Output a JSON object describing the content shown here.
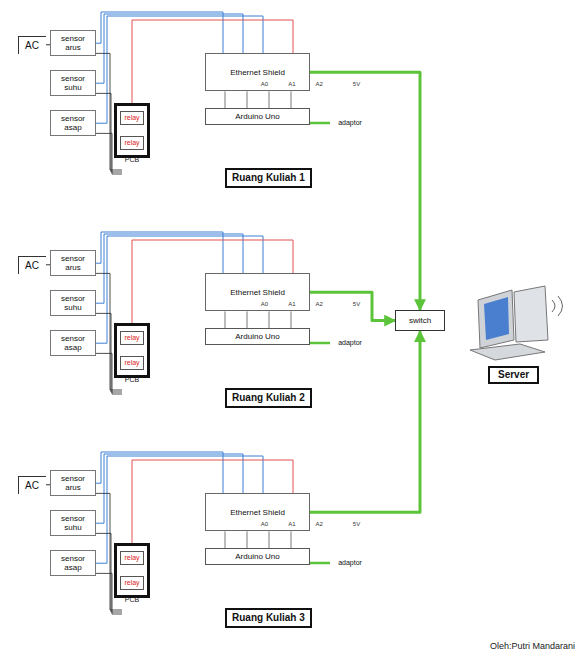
{
  "diagram": {
    "caption": "Oleh:Putri Mandarani",
    "nodes": [
      {
        "text": [
          "AC"
        ]
      },
      {
        "text": [
          "sensor arus"
        ]
      },
      {
        "text": [
          "sensor suhu"
        ]
      },
      {
        "text": [
          "sensor asap"
        ]
      },
      {
        "text": [
          "PCB"
        ]
      },
      {
        "text": [
          "relay"
        ],
        "in": 4
      },
      {
        "text": [
          "relay"
        ],
        "in": 4
      },
      {
        "text": [
          "Ethernet Shield"
        ]
      },
      {
        "text": [
          "Arduino Uno"
        ]
      },
      {
        "text": [
          "adaptor"
        ]
      },
      {
        "text": [
          "Ruang Kuliah 1"
        ]
      },
      {
        "text": [
          "AC"
        ]
      },
      {
        "text": [
          "sensor arus"
        ]
      },
      {
        "text": [
          "sensor suhu"
        ]
      },
      {
        "text": [
          "sensor asap"
        ]
      },
      {
        "text": [
          "PCB"
        ]
      },
      {
        "text": [
          "relay"
        ],
        "in": 15
      },
      {
        "text": [
          "relay"
        ],
        "in": 15
      },
      {
        "text": [
          "Ethernet Shield"
        ]
      },
      {
        "text": [
          "Arduino Uno"
        ]
      },
      {
        "text": [
          "adaptor"
        ]
      },
      {
        "text": [
          "Ruang Kuliah 2"
        ]
      },
      {
        "text": [
          "AC"
        ]
      },
      {
        "text": [
          "sensor arus"
        ]
      },
      {
        "text": [
          "sensor suhu"
        ]
      },
      {
        "text": [
          "sensor asap"
        ]
      },
      {
        "text": [
          "PCB"
        ]
      },
      {
        "text": [
          "relay"
        ],
        "in": 26
      },
      {
        "text": [
          "relay"
        ],
        "in": 26
      },
      {
        "text": [
          "Ethernet Shield"
        ]
      },
      {
        "text": [
          "Arduino Uno"
        ]
      },
      {
        "text": [
          "adaptor"
        ]
      },
      {
        "text": [
          "Ruang Kuliah 3"
        ]
      },
      {
        "text": [
          "switch"
        ]
      },
      {
        "text": [
          "Server"
        ]
      }
    ],
    "edges": [
      {
        "from": 0,
        "to": 1,
        "arrow": "none"
      },
      {
        "from": 1,
        "to": 7,
        "arrow": "none"
      },
      {
        "from": 2,
        "to": 7,
        "arrow": "none"
      },
      {
        "from": 3,
        "to": 7,
        "arrow": "none"
      },
      {
        "from": 4,
        "to": 7,
        "arrow": "none"
      },
      {
        "from": 9,
        "to": 8,
        "arrow": "none"
      },
      {
        "from": 7,
        "to": 33,
        "arrow": "to"
      },
      {
        "from": 11,
        "to": 12,
        "arrow": "none"
      },
      {
        "from": 12,
        "to": 18,
        "arrow": "none"
      },
      {
        "from": 13,
        "to": 18,
        "arrow": "none"
      },
      {
        "from": 14,
        "to": 18,
        "arrow": "none"
      },
      {
        "from": 15,
        "to": 18,
        "arrow": "none"
      },
      {
        "from": 20,
        "to": 19,
        "arrow": "none"
      },
      {
        "from": 18,
        "to": 33,
        "arrow": "to"
      },
      {
        "from": 22,
        "to": 23,
        "arrow": "none"
      },
      {
        "from": 23,
        "to": 29,
        "arrow": "none"
      },
      {
        "from": 24,
        "to": 29,
        "arrow": "none"
      },
      {
        "from": 25,
        "to": 29,
        "arrow": "none"
      },
      {
        "from": 26,
        "to": 29,
        "arrow": "none"
      },
      {
        "from": 31,
        "to": 30,
        "arrow": "none"
      },
      {
        "from": 29,
        "to": 33,
        "arrow": "to"
      }
    ],
    "labels": [
      "A0",
      "A1",
      "A2",
      "5V",
      "A0",
      "A1",
      "A2",
      "5V",
      "A0",
      "A1",
      "A2",
      "5V"
    ]
  }
}
